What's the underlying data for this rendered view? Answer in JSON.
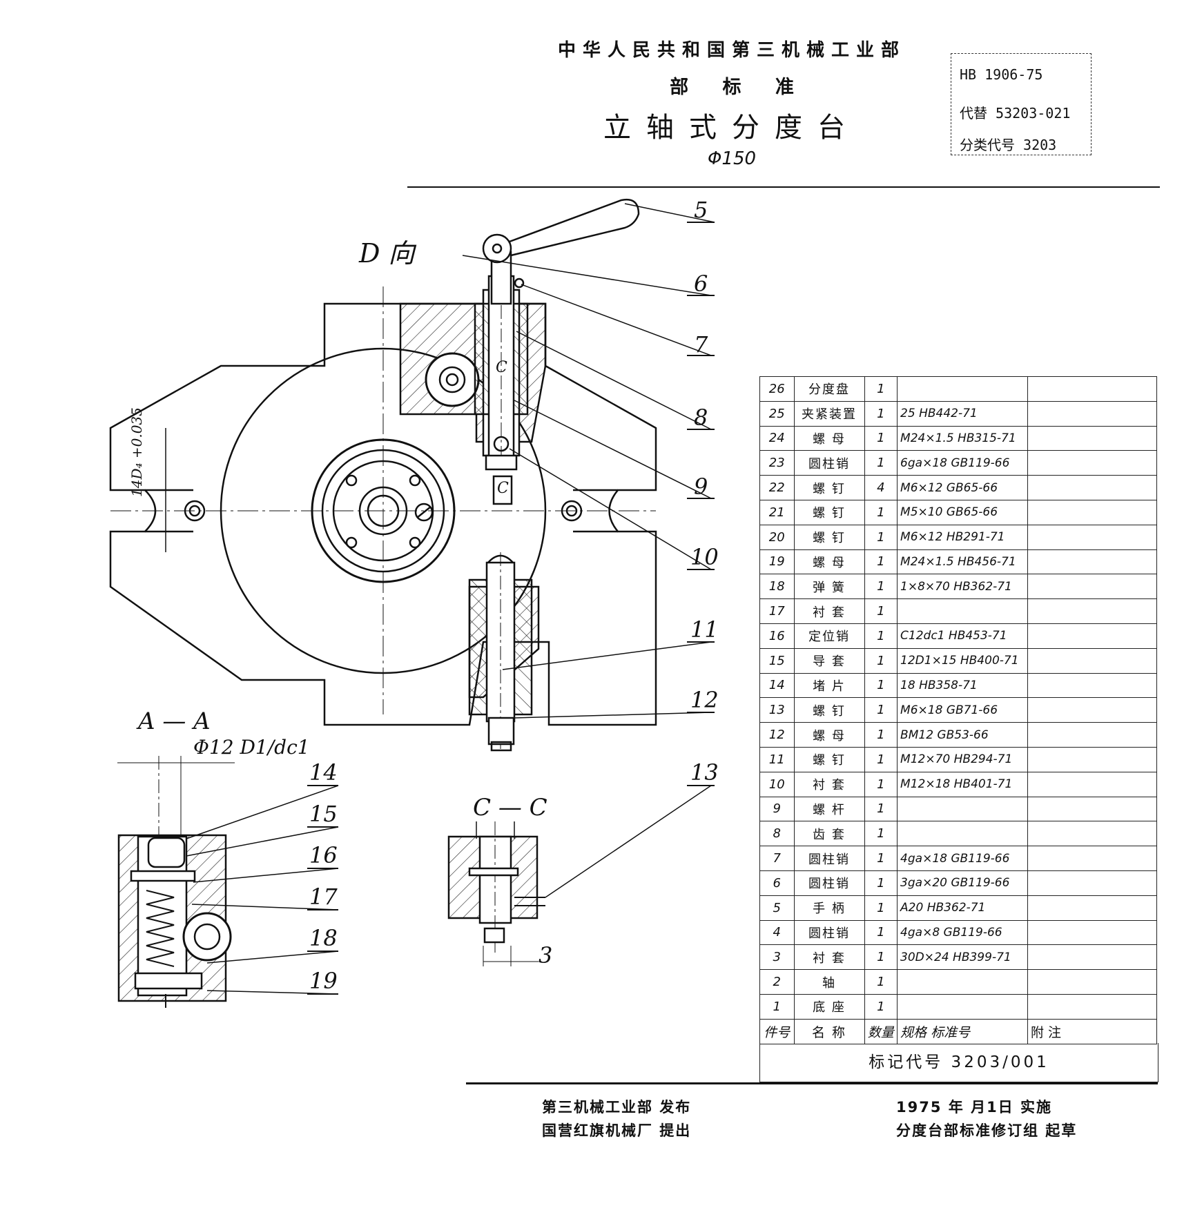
{
  "header": {
    "organization": "中华人民共和国第三机械工业部",
    "standard_type": "部 标 准",
    "title": "立轴式分度台",
    "subtitle": "Φ150"
  },
  "code_box": {
    "standard_no": "HB 1906-75",
    "replaces": "代替 53203-021",
    "class_code": "分类代号 3203"
  },
  "drawing": {
    "view_label": "D 向",
    "tolerance_label": "14D₄ +0.035",
    "c_marks": [
      "C",
      "C"
    ],
    "section_aa": "A — A",
    "section_aa_dim": "Φ12 D1/dc1",
    "section_cc": "C — C",
    "dim_3": "3",
    "callouts": [
      "5",
      "6",
      "7",
      "8",
      "9",
      "10",
      "11",
      "12",
      "13",
      "14",
      "15",
      "16",
      "17",
      "18",
      "19"
    ]
  },
  "parts_table": {
    "headers": [
      "件号",
      "名 称",
      "数量",
      "规格 标准号",
      "附 注"
    ],
    "rows": [
      {
        "no": "26",
        "name": "分度盘",
        "qty": "1",
        "spec": "",
        "note": ""
      },
      {
        "no": "25",
        "name": "夹紧装置",
        "qty": "1",
        "spec": "25 HB442-71",
        "note": ""
      },
      {
        "no": "24",
        "name": "螺 母",
        "qty": "1",
        "spec": "M24×1.5 HB315-71",
        "note": ""
      },
      {
        "no": "23",
        "name": "圆柱销",
        "qty": "1",
        "spec": "6ga×18 GB119-66",
        "note": ""
      },
      {
        "no": "22",
        "name": "螺 钉",
        "qty": "4",
        "spec": "M6×12 GB65-66",
        "note": ""
      },
      {
        "no": "21",
        "name": "螺 钉",
        "qty": "1",
        "spec": "M5×10 GB65-66",
        "note": ""
      },
      {
        "no": "20",
        "name": "螺 钉",
        "qty": "1",
        "spec": "M6×12 HB291-71",
        "note": ""
      },
      {
        "no": "19",
        "name": "螺 母",
        "qty": "1",
        "spec": "M24×1.5 HB456-71",
        "note": ""
      },
      {
        "no": "18",
        "name": "弹 簧",
        "qty": "1",
        "spec": "1×8×70 HB362-71",
        "note": ""
      },
      {
        "no": "17",
        "name": "衬 套",
        "qty": "1",
        "spec": "",
        "note": ""
      },
      {
        "no": "16",
        "name": "定位销",
        "qty": "1",
        "spec": "C12dc1 HB453-71",
        "note": ""
      },
      {
        "no": "15",
        "name": "导 套",
        "qty": "1",
        "spec": "12D1×15 HB400-71",
        "note": ""
      },
      {
        "no": "14",
        "name": "堵 片",
        "qty": "1",
        "spec": "18 HB358-71",
        "note": ""
      },
      {
        "no": "13",
        "name": "螺 钉",
        "qty": "1",
        "spec": "M6×18 GB71-66",
        "note": ""
      },
      {
        "no": "12",
        "name": "螺 母",
        "qty": "1",
        "spec": "BM12 GB53-66",
        "note": ""
      },
      {
        "no": "11",
        "name": "螺 钉",
        "qty": "1",
        "spec": "M12×70 HB294-71",
        "note": ""
      },
      {
        "no": "10",
        "name": "衬 套",
        "qty": "1",
        "spec": "M12×18 HB401-71",
        "note": ""
      },
      {
        "no": "9",
        "name": "螺 杆",
        "qty": "1",
        "spec": "",
        "note": ""
      },
      {
        "no": "8",
        "name": "齿 套",
        "qty": "1",
        "spec": "",
        "note": ""
      },
      {
        "no": "7",
        "name": "圆柱销",
        "qty": "1",
        "spec": "4ga×18 GB119-66",
        "note": ""
      },
      {
        "no": "6",
        "name": "圆柱销",
        "qty": "1",
        "spec": "3ga×20 GB119-66",
        "note": ""
      },
      {
        "no": "5",
        "name": "手 柄",
        "qty": "1",
        "spec": "A20 HB362-71",
        "note": ""
      },
      {
        "no": "4",
        "name": "圆柱销",
        "qty": "1",
        "spec": "4ga×8 GB119-66",
        "note": ""
      },
      {
        "no": "3",
        "name": "衬 套",
        "qty": "1",
        "spec": "30D×24 HB399-71",
        "note": ""
      },
      {
        "no": "2",
        "name": "轴",
        "qty": "1",
        "spec": "",
        "note": ""
      },
      {
        "no": "1",
        "name": "底 座",
        "qty": "1",
        "spec": "",
        "note": ""
      }
    ],
    "mark_code": "标记代号 3203/001"
  },
  "footer": {
    "issued_by": "第三机械工业部 发布",
    "proposed_by": "国营红旗机械厂 提出",
    "effective": "1975 年 月1日 实施",
    "drafted_by": "分度台部标准修订组 起草"
  }
}
